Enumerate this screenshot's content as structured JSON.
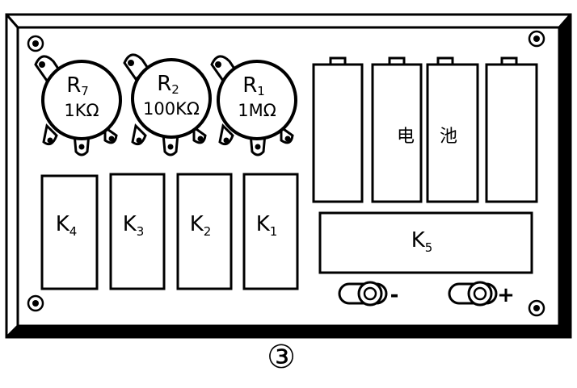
{
  "resistors": [
    {
      "id": "R7",
      "letter": "R",
      "sub": "7",
      "value": "1KΩ"
    },
    {
      "id": "R2",
      "letter": "R",
      "sub": "2",
      "value": "100KΩ"
    },
    {
      "id": "R1",
      "letter": "R",
      "sub": "1",
      "value": "1MΩ"
    }
  ],
  "switches": [
    {
      "id": "K4",
      "letter": "K",
      "sub": "4"
    },
    {
      "id": "K3",
      "letter": "K",
      "sub": "3"
    },
    {
      "id": "K2",
      "letter": "K",
      "sub": "2"
    },
    {
      "id": "K1",
      "letter": "K",
      "sub": "1"
    }
  ],
  "battery": {
    "label_char_1": "电",
    "label_char_2": "池"
  },
  "main_switch": {
    "letter": "K",
    "sub": "5"
  },
  "terminals": {
    "negative": "-",
    "positive": "+"
  },
  "caption": "③"
}
